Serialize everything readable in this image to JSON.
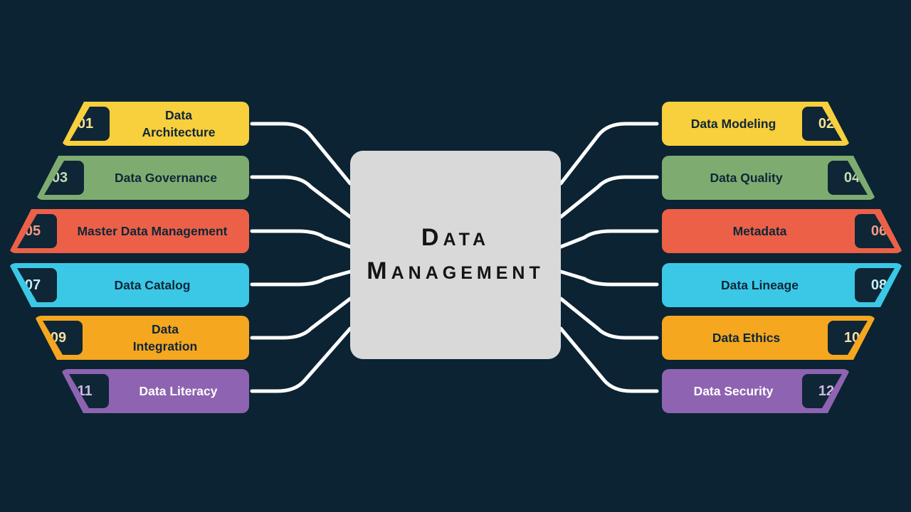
{
  "palette": {
    "background": "#0B2333",
    "badge_navy": "#0F2637",
    "center_box": "#D9D9D9",
    "connector": "#FFFFFF",
    "yellow": "#F8CF3C",
    "green": "#7EAC70",
    "red": "#EC6048",
    "cyan": "#3BC8E6",
    "orange": "#F5A71F",
    "purple": "#8E63B1",
    "label_text": "#0E2637",
    "purple_label_text": "#FFFFFF"
  },
  "center": {
    "title_line1": "Data",
    "title_line2": "Management"
  },
  "items_left": [
    {
      "number": "01",
      "label": "Data\nArchitecture",
      "color": "#F8CF3C"
    },
    {
      "number": "03",
      "label": "Data Governance",
      "color": "#7EAC70"
    },
    {
      "number": "05",
      "label": "Master Data Management",
      "color": "#EC6048"
    },
    {
      "number": "07",
      "label": "Data Catalog",
      "color": "#3BC8E6"
    },
    {
      "number": "09",
      "label": "Data\nIntegration",
      "color": "#F5A71F"
    },
    {
      "number": "11",
      "label": "Data Literacy",
      "color": "#8E63B1"
    }
  ],
  "items_right": [
    {
      "number": "02",
      "label": "Data Modeling",
      "color": "#F8CF3C"
    },
    {
      "number": "04",
      "label": "Data Quality",
      "color": "#7EAC70"
    },
    {
      "number": "06",
      "label": "Metadata",
      "color": "#EC6048"
    },
    {
      "number": "08",
      "label": "Data Lineage",
      "color": "#3BC8E6"
    },
    {
      "number": "10",
      "label": "Data Ethics",
      "color": "#F5A71F"
    },
    {
      "number": "12",
      "label": "Data Security",
      "color": "#8E63B1"
    }
  ]
}
